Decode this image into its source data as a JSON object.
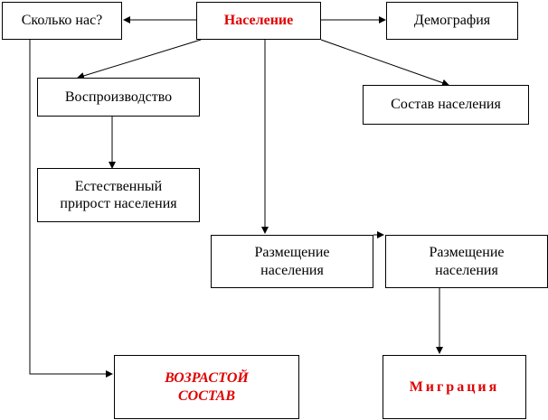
{
  "nodes": {
    "skolko": "Сколько нас?",
    "naselenie": "Население",
    "demografiya": "Демография",
    "vosproizvodstvo": "Воспроизводство",
    "sostav": "Состав населения",
    "estestvenny": "Естественный\nприрост населения",
    "razmeshchenie1": "Размещение\nнаселения",
    "razmeshchenie2": "Размещение\nнаселения",
    "vozrastoy": "ВОЗРАСТОЙ\nСОСТАВ",
    "migratsiya": "Миграция"
  },
  "colors": {
    "accent": "#e00000",
    "line": "#000000"
  }
}
